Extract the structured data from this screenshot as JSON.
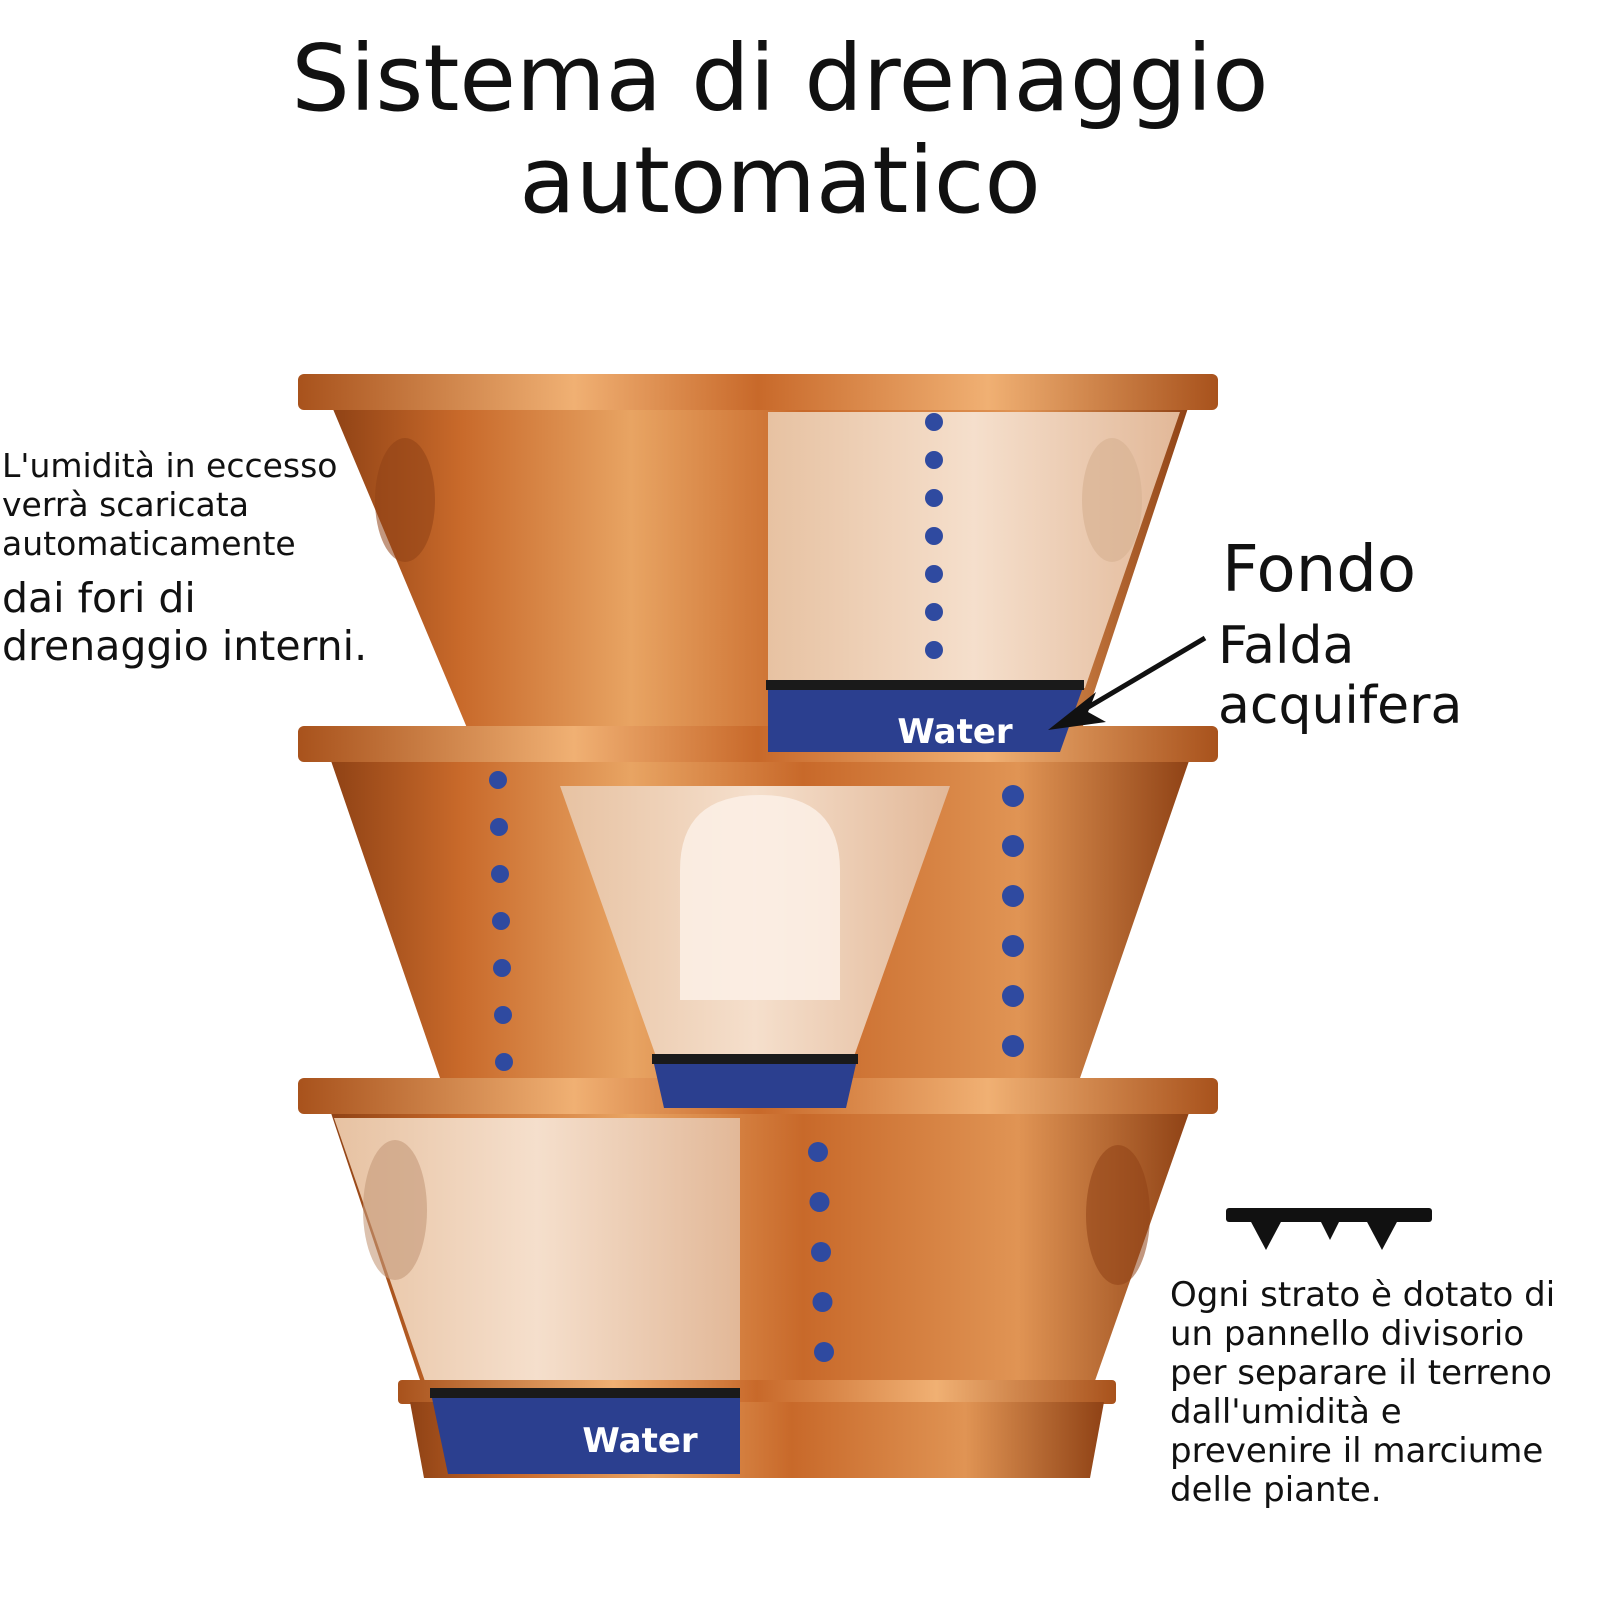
{
  "title": {
    "line1": "Sistema di drenaggio",
    "line2": "automatico"
  },
  "left_caption": {
    "line1": "L'umidità in eccesso",
    "line2": "verrà scaricata",
    "line3": "automaticamente",
    "line4": "dai fori di",
    "line5": "drenaggio interni."
  },
  "right_caption": {
    "heading": "Fondo",
    "line1": "Falda",
    "line2": "acquifera"
  },
  "bottom_caption": {
    "line1": "Ogni strato è dotato di",
    "line2": "un pannello divisorio",
    "line3": "per separare il terreno",
    "line4": "dall'umidità e",
    "line5": "prevenire il marciume",
    "line6": "delle piante."
  },
  "water_labels": {
    "top": "Water",
    "bottom": "Water"
  },
  "colors": {
    "pot_copper": "#c8692a",
    "pot_light": "#e8a463",
    "pot_dark": "#8f4215",
    "cutaway": "#efcfb4",
    "water_blue": "#2b3f8f",
    "drop_blue": "#2f4aa0",
    "divider": "#1a1a1a"
  }
}
